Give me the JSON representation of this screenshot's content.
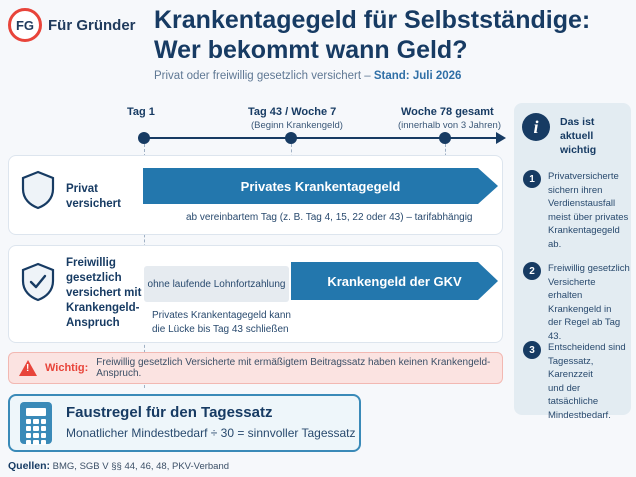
{
  "brand": {
    "badge": "FG",
    "name": "Für Gründer"
  },
  "title_line1": "Krankentagegeld für Selbstständige:",
  "title_line2": "Wer bekommt wann Geld?",
  "subtitle": {
    "text": "Privat oder freiwillig gesetzlich versichert – ",
    "stand": "Stand: Juli 2026"
  },
  "timeline": {
    "t1": {
      "label": "Tag 1"
    },
    "t2": {
      "label": "Tag 43 / Woche 7",
      "sub": "(Beginn Krankengeld)"
    },
    "t3": {
      "label": "Woche 78 gesamt",
      "sub": "(innerhalb von 3 Jahren)"
    }
  },
  "rows": {
    "privat": {
      "label_1": "Privat",
      "label_2": "versichert",
      "arrow": "Privates Krankentagegeld",
      "note": "ab vereinbartem Tag (z. B. Tag 4, 15, 22 oder 43) – tarifabhängig"
    },
    "gkv": {
      "label_1": "Freiwillig",
      "label_2": "gesetzlich",
      "label_3": "versichert mit",
      "label_4": "Krankengeld-",
      "label_5": "Anspruch",
      "grey": "ohne laufende Lohnfortzahlung",
      "note_1": "Privates Krankentagegeld kann",
      "note_2": "die Lücke bis Tag 43 schließen",
      "arrow": "Krankengeld der GKV"
    }
  },
  "warning": {
    "strong": "Wichtig:",
    "text": "Freiwillig gesetzlich Versicherte mit ermäßigtem Beitragssatz haben keinen Krankengeld-Anspruch."
  },
  "rule": {
    "title": "Faustregel für den Tagessatz",
    "text": "Monatlicher Mindestbedarf ÷ 30 = sinnvoller Tagessatz"
  },
  "sources": {
    "label": "Quellen:",
    "text": "BMG, SGB V §§ 44, 46, 48, PKV-Verband"
  },
  "side": {
    "icon": "i",
    "title_1": "Das ist aktuell",
    "title_2": "wichtig",
    "items": [
      {
        "num": "1",
        "l1": "Privatversicherte",
        "l2": "sichern ihren",
        "l3": "Verdienstausfall",
        "l4": "meist über privates",
        "l5": "Krankentagegeld ab."
      },
      {
        "num": "2",
        "l1": "Freiwillig gesetzlich",
        "l2": "Versicherte erhalten",
        "l3": "Krankengeld in",
        "l4": "der Regel ab Tag 43.",
        "l5": ""
      },
      {
        "num": "3",
        "l1": "Entscheidend sind",
        "l2": "Tagessatz, Karenzzeit",
        "l3": "und der tatsächliche",
        "l4": "Mindestbedarf.",
        "l5": ""
      }
    ]
  },
  "colors": {
    "accent_red": "#e8443a",
    "navy": "#173b63",
    "blue": "#2377ad"
  }
}
